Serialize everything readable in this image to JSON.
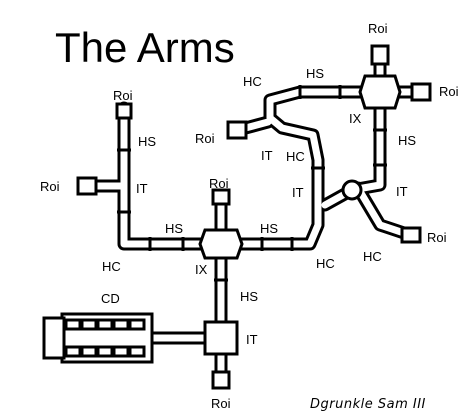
{
  "title": "The Arms",
  "signature": "Dgrunkle Sam III",
  "labels": {
    "roi_top_right": "Roi",
    "roi_right": "Roi",
    "roi_mid_left": "Roi",
    "roi_top_left": "Roi",
    "roi_left": "Roi",
    "roi_center": "Roi",
    "roi_bottom_right": "Roi",
    "roi_bottom": "Roi",
    "hc_upper": "HC",
    "hs_top": "HS",
    "ix_upper": "IX",
    "hs_right": "HS",
    "it_upper_left": "IT",
    "hc_upper_mid": "HC",
    "it_right": "IT",
    "it_mid": "IT",
    "hs_left_arm": "HS",
    "it_left_arm": "IT",
    "hs_center_left": "HS",
    "hs_center_right": "HS",
    "hc_left": "HC",
    "ix_center": "IX",
    "hc_mid": "HC",
    "hc_right": "HC",
    "hs_lower": "HS",
    "cd": "CD",
    "it_lower": "IT"
  }
}
